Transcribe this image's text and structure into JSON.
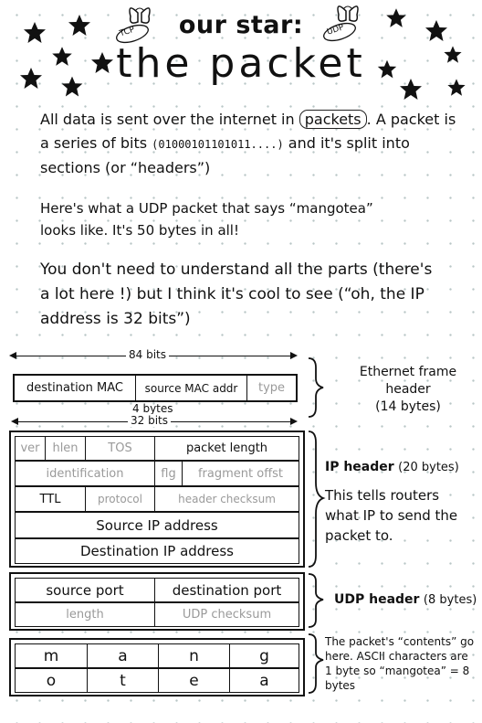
{
  "header": {
    "small_title": "our star:",
    "big_title": "the packet",
    "badge_left": "TCP",
    "badge_right": "UDP"
  },
  "intro": {
    "p1_a": "All data is sent over the internet in",
    "p1_word": "packets",
    "p1_b": ". A packet is a series of bits",
    "p1_bits": "(01000101101011....)",
    "p1_c": "and it's split into sections (or “headers”)",
    "p2": "Here's what a UDP packet that says “mangotea” looks like. It's 50 bytes in all!",
    "p3": "You don't need to understand all the parts (there's a lot here !) but I think it's cool to see (“oh, the IP address is 32 bits”)"
  },
  "ethernet": {
    "width_label": "84 bits",
    "fields": [
      "destination MAC",
      "source MAC addr",
      "type"
    ],
    "bytes_label": "4 bytes",
    "side_title": "Ethernet frame header",
    "side_size": "(14 bytes)"
  },
  "ip": {
    "width_label": "32 bits",
    "row1": [
      "ver",
      "hlen",
      "TOS",
      "packet length"
    ],
    "row2": [
      "identification",
      "flg",
      "fragment offst"
    ],
    "row3": [
      "TTL",
      "protocol",
      "header checksum"
    ],
    "row4": "Source IP address",
    "row5": "Destination IP address",
    "side_title": "IP header",
    "side_size": "(20 bytes)",
    "side_note": "This tells routers what IP to send the packet to."
  },
  "udp": {
    "row1": [
      "source port",
      "destination port"
    ],
    "row2": [
      "length",
      "UDP checksum"
    ],
    "side_title": "UDP header",
    "side_size": "(8 bytes)"
  },
  "contents": {
    "row1": [
      "m",
      "a",
      "n",
      "g"
    ],
    "row2": [
      "o",
      "t",
      "e",
      "a"
    ],
    "side_note": "The packet's “contents” go here. ASCII characters are 1 byte so “mangotea” = 8 bytes"
  }
}
